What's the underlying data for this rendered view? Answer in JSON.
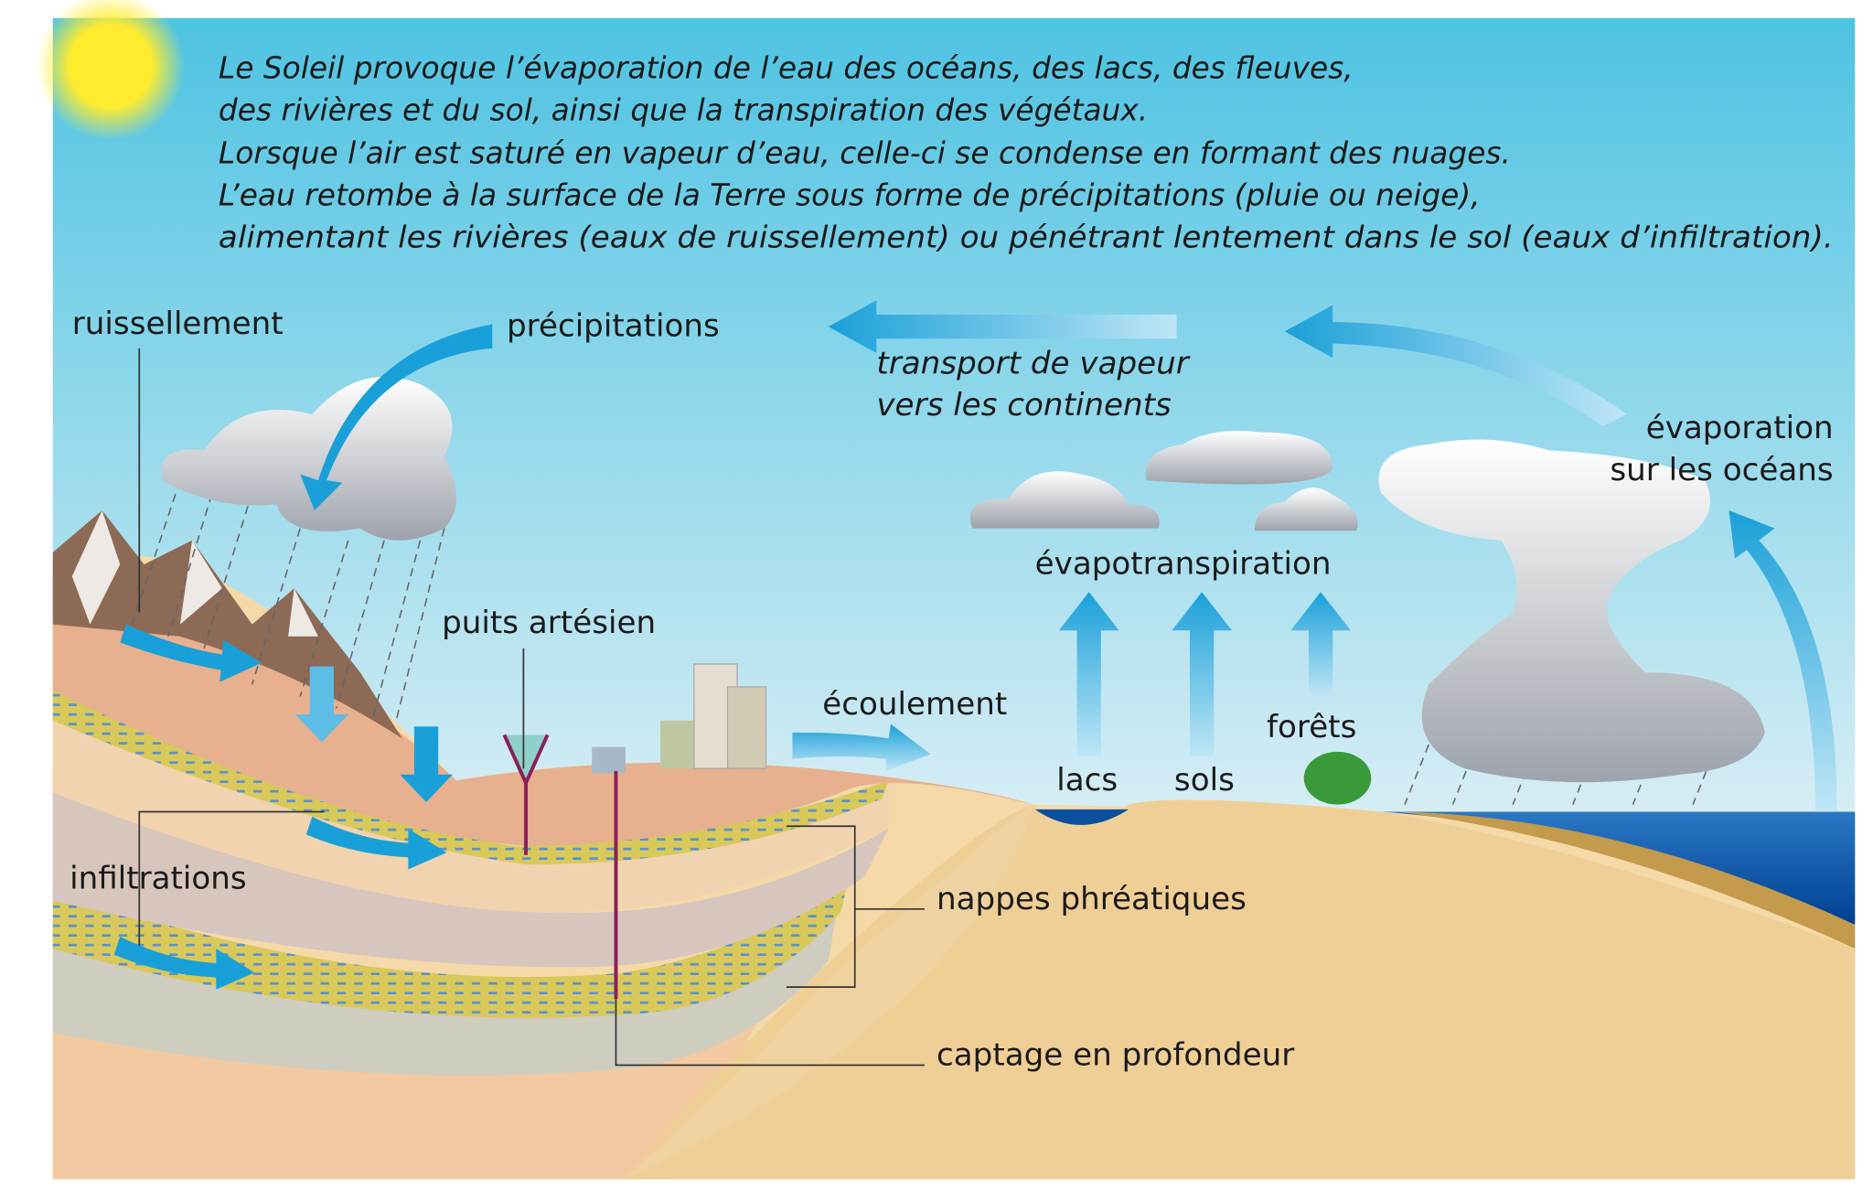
{
  "caption": {
    "lines": [
      "Le Soleil provoque l’évaporation de l’eau des océans, des lacs, des fleuves,",
      "des rivières et du sol, ainsi que la transpiration des végétaux.",
      "Lorsque l’air est saturé en vapeur d’eau, celle-ci se condense en formant des nuages.",
      "L’eau retombe à la surface de la Terre sous forme de précipitations (pluie ou neige),",
      "alimentant les rivières (eaux de ruissellement) ou pénétrant lentement dans le sol (eaux d’infiltration)."
    ]
  },
  "labels": {
    "ruissellement": "ruissellement",
    "precipitations": "précipitations",
    "transport_1": "transport de vapeur",
    "transport_2": "vers les continents",
    "evaporation_1": "évaporation",
    "evaporation_2": "sur les océans",
    "evapotranspiration": "évapotranspiration",
    "puits": "puits artésien",
    "ecoulement": "écoulement",
    "forets": "forêts",
    "lacs": "lacs",
    "sols": "sols",
    "infiltrations": "infiltrations",
    "nappes": "nappes phréatiques",
    "captage": "captage en profondeur"
  },
  "colors": {
    "sky_top": "#4ec3e2",
    "sky_bottom": "#e4f2f6",
    "arrow": "#1aa0d8",
    "ocean": "#0a4fa0",
    "sun": "#ffe830"
  }
}
